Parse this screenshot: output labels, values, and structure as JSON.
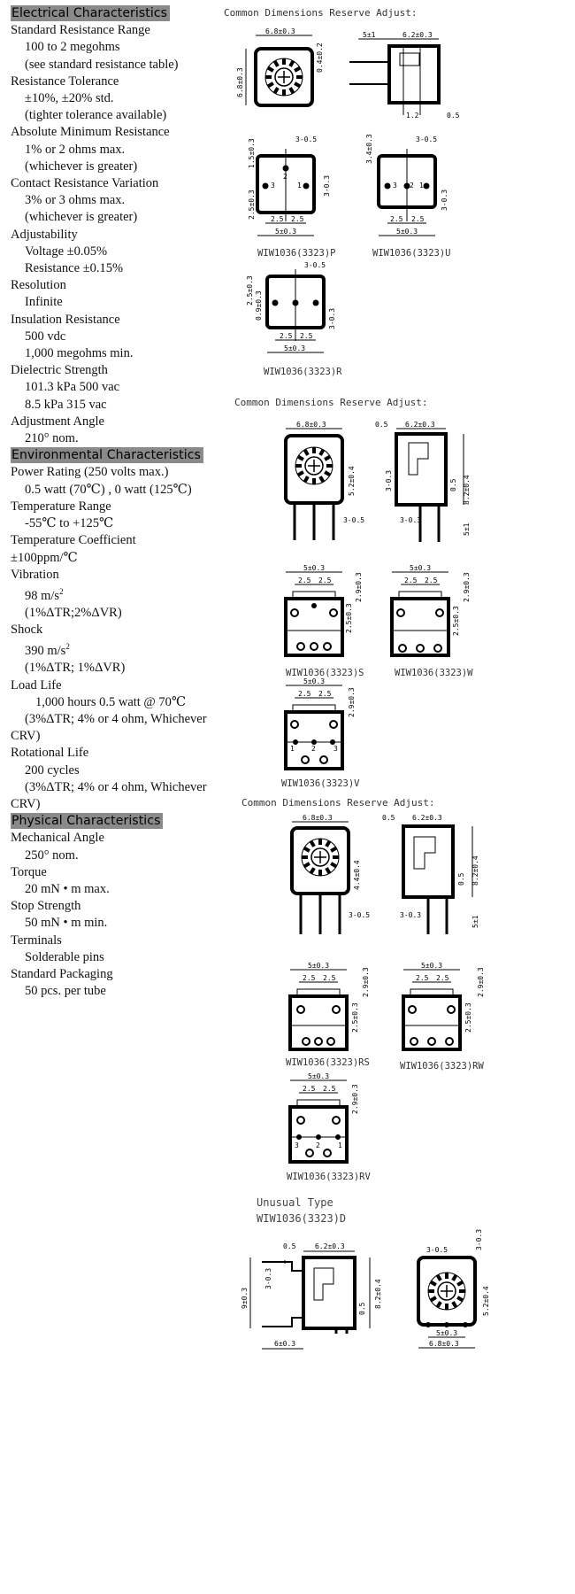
{
  "electrical": {
    "heading": "Electrical Characteristics",
    "items": [
      {
        "label": "Standard Resistance Range",
        "lines": [
          "100 to 2 megohms",
          "(see standard resistance table)"
        ]
      },
      {
        "label": "Resistance Tolerance",
        "lines": [
          "±10%,  ±20% std.",
          "(tighter tolerance available)"
        ]
      },
      {
        "label": "Absolute Minimum Resistance",
        "lines": [
          "1% or 2 ohms max.",
          "(whichever is greater)"
        ]
      },
      {
        "label": "Contact Resistance Variation",
        "lines": [
          "3% or 3 ohms max.",
          "(whichever is greater)"
        ]
      },
      {
        "label": "Adjustability",
        "lines": [
          "Voltage  ±0.05%",
          "Resistance   ±0.15%"
        ]
      },
      {
        "label": "Resolution",
        "lines": [
          "Infinite"
        ]
      },
      {
        "label": "Insulation Resistance",
        "lines": [
          "500 vdc",
          "1,000 megohms min."
        ]
      },
      {
        "label": "Dielectric Strength",
        "lines": [
          "101.3 kPa 500 vac",
          "8.5 kPa 315 vac"
        ]
      },
      {
        "label": "Adjustment Angle",
        "lines": [
          "210°  nom."
        ]
      }
    ]
  },
  "environmental": {
    "heading": "Environmental Characteristics",
    "power_label": "Power Rating (250 volts max.)",
    "power_value": "0.5 watt (70℃) , 0 watt (125℃)",
    "temp_range_label": "Temperature Range",
    "temp_range_value": "-55℃  to +125℃",
    "temp_coef_label": "Temperature Coefficient",
    "temp_coef_value": "±100ppm/℃",
    "vibration_label": "Vibration",
    "vibration_value": "98 m/s",
    "vibration_exp": "2",
    "vibration_note": "(1%ΔTR;2%ΔVR)",
    "shock_label": "Shock",
    "shock_value": "390 m/s",
    "shock_exp": "2",
    "shock_note": "(1%ΔTR; 1%ΔVR)",
    "load_label": "Load Life",
    "load_value": "1,000 hours 0.5 watt @ 70℃",
    "load_note": "(3%ΔTR; 4% or 4 ohm, Whichever",
    "load_tail": "CRV)",
    "rot_label": "Rotational Life",
    "rot_value": "200 cycles",
    "rot_note": "(3%ΔTR; 4% or 4 ohm, Whichever",
    "rot_tail": "CRV)"
  },
  "physical": {
    "heading": "Physical Characteristics",
    "items": [
      {
        "label": "Mechanical Angle",
        "lines": [
          "250° nom."
        ]
      },
      {
        "label": "Torque",
        "lines": [
          "20 mN • m max."
        ]
      },
      {
        "label": "Stop Strength",
        "lines": [
          "50 mN • m min."
        ]
      },
      {
        "label": "Terminals",
        "lines": [
          "Solderable pins"
        ]
      },
      {
        "label": "Standard Packaging",
        "lines": [
          "50 pcs. per tube"
        ]
      }
    ]
  },
  "figures": {
    "heading": "Common Dimensions Reserve Adjust:",
    "unusual_title": "Unusual Type",
    "unusual_model": "WIW1036(3323)D",
    "captions": {
      "p": "WIW1036(3323)P",
      "u": "WIW1036(3323)U",
      "r": "WIW1036(3323)R",
      "s": "WIW1036(3323)S",
      "w": "WIW1036(3323)W",
      "v": "WIW1036(3323)V",
      "rs": "WIW1036(3323)RS",
      "rw": "WIW1036(3323)RW",
      "rv": "WIW1036(3323)RV"
    },
    "dims": {
      "d68": "6.8±0.3",
      "d62": "6.2±0.3",
      "d5": "5±0.3",
      "d25": "2.5",
      "d3": "3-0.5",
      "d3b": "3-0.3",
      "d05": "0.5",
      "d12": "1.2",
      "d5pm1": "5±1",
      "d6": "6±0.3",
      "d9": "9±0.3",
      "d82": "8.2±0.4",
      "d52": "5.2±0.4",
      "d44": "4.4±0.4",
      "d29": "2.9±0.3",
      "d25b": "2.5±0.3",
      "d34": "3.4±0.3",
      "d15": "1.5±0.3",
      "d09": "0.9±0.3",
      "d04": "0.4±0.2",
      "pin1": "1",
      "pin2": "2",
      "pin3": "3"
    }
  }
}
